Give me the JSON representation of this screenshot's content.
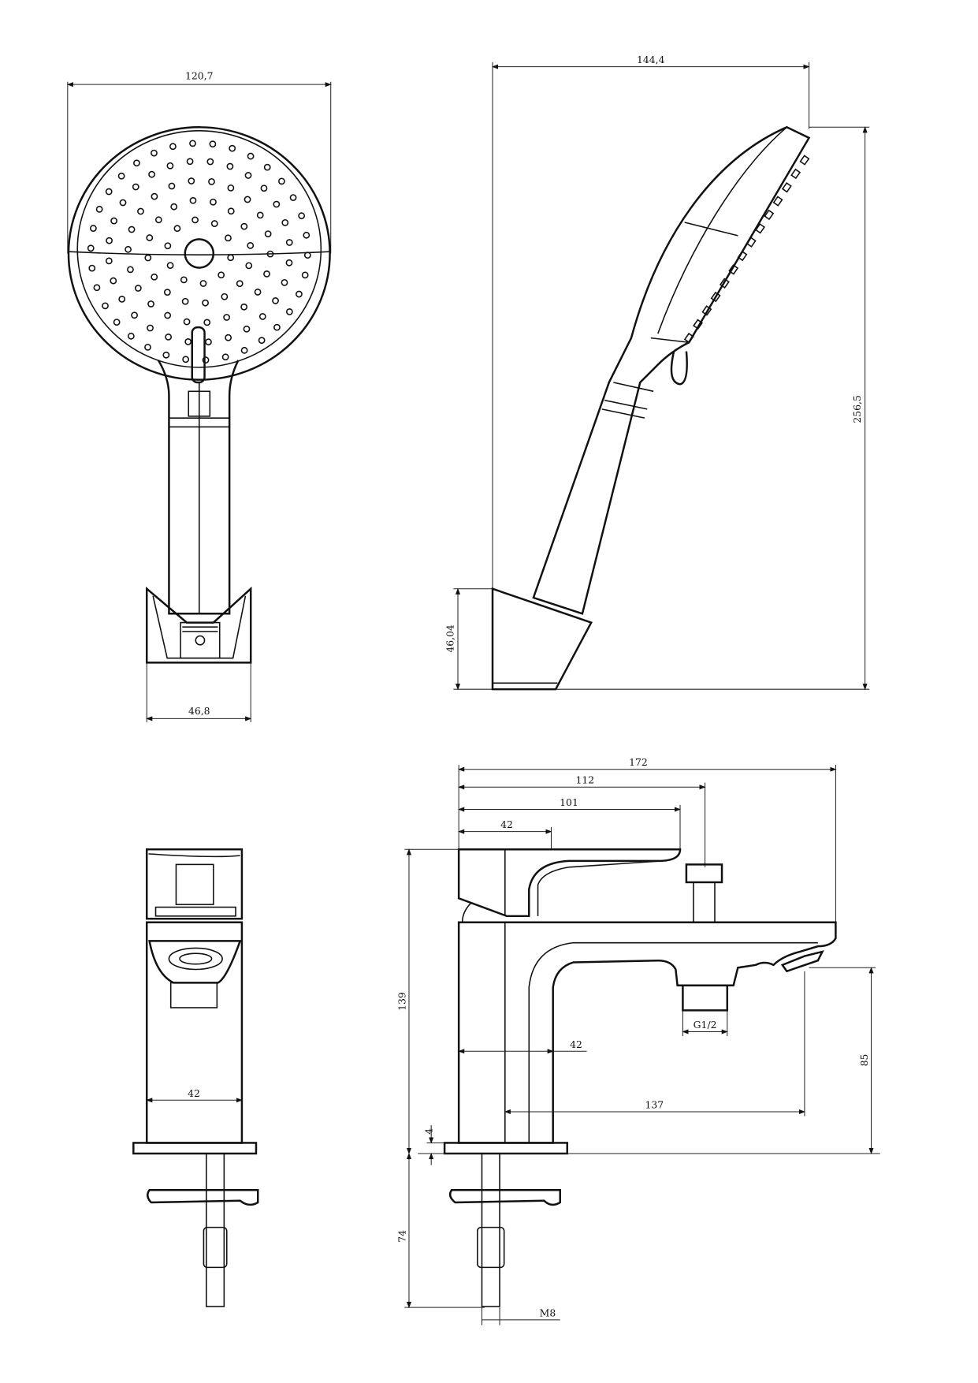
{
  "colors": {
    "line": "#111111",
    "background": "#ffffff"
  },
  "handshower_front": {
    "width": "120,7",
    "holder_width": "46,8"
  },
  "handshower_side": {
    "depth": "144,4",
    "height": "256,5",
    "holder_height": "46,04"
  },
  "mixer_side": {
    "body_width": "42"
  },
  "mixer_front": {
    "total_length": "172",
    "diverter_reach": "112",
    "lever_reach": "101",
    "lever_width": "42",
    "height": "139",
    "body_width": "42",
    "outlet_thread": "G1/2",
    "spout_height": "85",
    "spout_reach": "137",
    "plate_thickness": "4",
    "stud_length": "74",
    "stud_thread": "M8"
  }
}
